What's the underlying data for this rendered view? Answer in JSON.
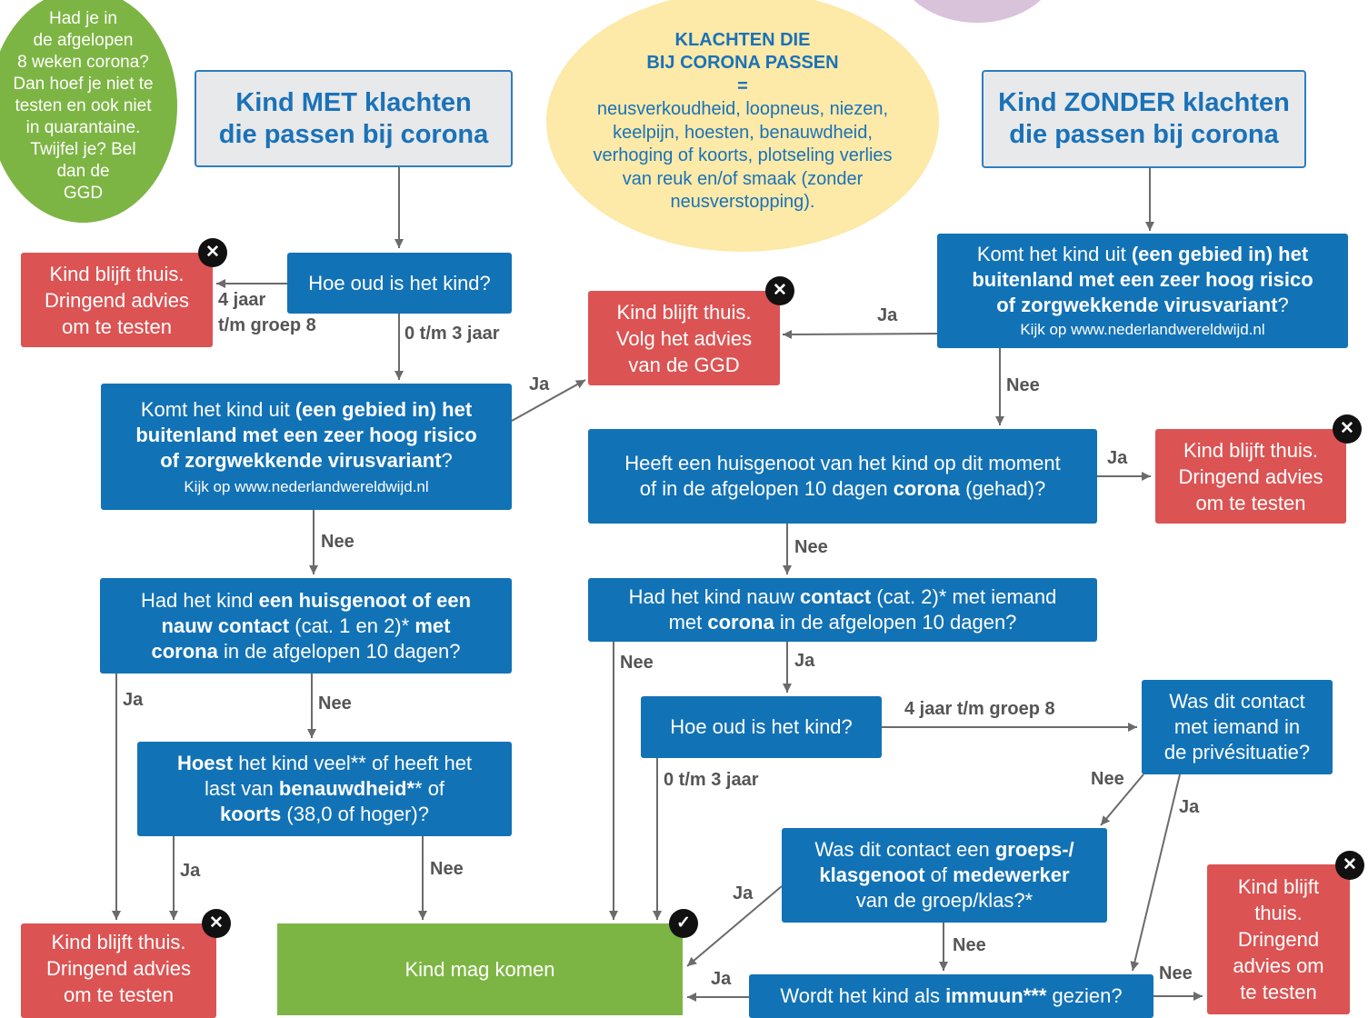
{
  "green_circle": {
    "lines": [
      "Had je in",
      "de afgelopen",
      "8 weken corona?",
      "Dan hoef je niet te",
      "testen en ook niet",
      "in quarantaine.",
      "Twijfel je? Bel",
      "dan de",
      "GGD"
    ]
  },
  "info_circle": {
    "title_1": "KLACHTEN DIE",
    "title_2": "BIJ CORONA PASSEN",
    "equals": "=",
    "body_lines": [
      "neusverkoudheid, loopneus, niezen,",
      "keelpijn, hoesten, benauwdheid,",
      "verhoging of koorts, plotseling verlies",
      "van reuk en/of smaak (zonder",
      "neusverstopping)."
    ]
  },
  "headers": {
    "met": [
      "Kind MET klachten",
      "die passen bij corona"
    ],
    "zonder": [
      "Kind ZONDER klachten",
      "die passen bij corona"
    ]
  },
  "questions": {
    "age_left": "Hoe oud is het kind?",
    "age_right": "Hoe oud is het kind?",
    "abroad": {
      "l1_pre": "Komt het kind uit ",
      "l1_bold": "(een gebied in) het",
      "l2_bold": "buitenland met een zeer hoog risico",
      "l3_bold": "of zorgwekkende virusvariant",
      "l3_post": "?",
      "link_pre": "Kijk op ",
      "link": "www.nederlandwereldwijd.nl"
    },
    "contact_left": {
      "l1_pre": "Had het kind ",
      "l1_bold": "een huisgenoot of een",
      "l2_bold": "nauw contact",
      "l2_mid": " (cat. 1 en 2)* ",
      "l2_bold2": "met",
      "l3_bold": "corona",
      "l3_post": " in de afgelopen 10 dagen?"
    },
    "cough": {
      "l1_bold": "Hoest",
      "l1_post": " het kind veel** of heeft het",
      "l2_pre": "last van ",
      "l2_bold": "benauwdheid*",
      "l2_post": "* of",
      "l3_bold": "koorts",
      "l3_post": " (38,0 of hoger)?"
    },
    "housemate": {
      "l1": "Heeft een huisgenoot van het kind op dit moment",
      "l2_pre": "of in de afgelopen 10 dagen ",
      "l2_bold": "corona",
      "l2_post": " (gehad)?"
    },
    "contact_right": {
      "l1_pre": "Had het kind nauw ",
      "l1_bold": "contact",
      "l1_post": " (cat. 2)* met iemand",
      "l2_pre": "met ",
      "l2_bold": "corona",
      "l2_post": " in de afgelopen 10 dagen?"
    },
    "private": [
      "Was dit contact",
      "met iemand in",
      "de privésituatie?"
    ],
    "classmate": {
      "l1_pre": "Was dit contact een ",
      "l1_bold": "groeps-/",
      "l2_bold": "klasgenoot",
      "l2_mid": " of ",
      "l2_bold2": "medewerker",
      "l3": "van de groep/klas?*"
    },
    "immune": {
      "pre": "Wordt het kind als ",
      "bold": "immuun***",
      "post": " gezien?"
    }
  },
  "outcomes": {
    "stay_test": [
      "Kind blijft thuis.",
      "Dringend advies",
      "om te testen"
    ],
    "stay_ggd": [
      "Kind blijft thuis.",
      "Volg het advies",
      "van de GGD"
    ],
    "stay_test_narrow": [
      "Kind blijft",
      "thuis.",
      "Dringend",
      "advies om",
      "te testen"
    ],
    "may_come": "Kind mag komen"
  },
  "labels": {
    "ja": "Ja",
    "nee": "Nee",
    "age_4_l1": "4 jaar",
    "age_4_l2": "t/m groep 8",
    "age_0_3": "0 t/m 3 jaar",
    "age_4_full": "4 jaar t/m groep 8"
  },
  "badges": {
    "cross": "✕",
    "check": "✓"
  },
  "colors": {
    "blue": "#1272b6",
    "red": "#dc5353",
    "green": "#7db544",
    "header_bg": "#e8e9ea",
    "info_yellow": "#fde9a8",
    "purple": "#d8c3da"
  }
}
